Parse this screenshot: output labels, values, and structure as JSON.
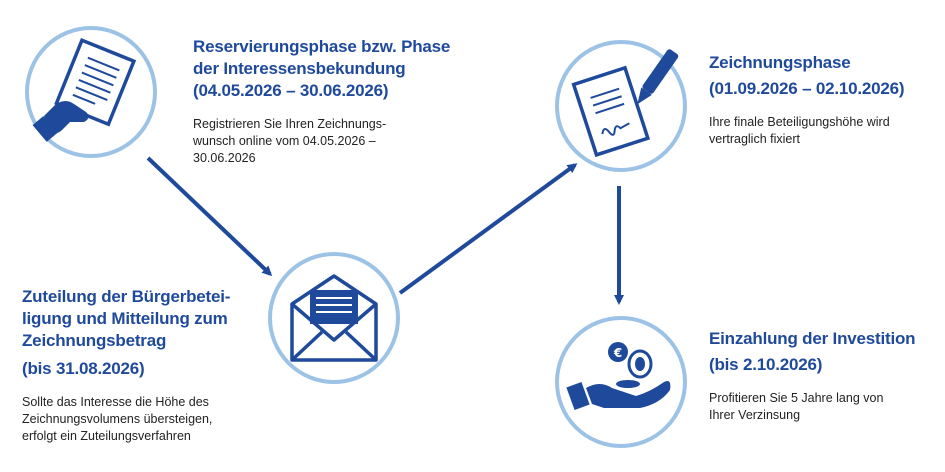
{
  "colors": {
    "primary_blue": "#1f4a9c",
    "circle_ring": "#9cc3e6",
    "text": "#222222"
  },
  "steps": [
    {
      "id": "reservation",
      "icon": "document-in-hand-icon",
      "title_lines": [
        "Reservierungsphase bzw. Phase",
        "der Interessensbekundung",
        "(04.05.2026 – 30.06.2026)"
      ],
      "desc_lines": [
        "Registrieren Sie Ihren Zeichnungs-",
        "wunsch online vom 04.05.2026 –",
        "30.06.2026"
      ]
    },
    {
      "id": "allocation",
      "icon": "open-envelope-icon",
      "title_lines": [
        "Zuteilung der Bürgerbetei-",
        "ligung und Mitteilung zum",
        "Zeichnungsbetrag",
        "(bis 31.08.2026)"
      ],
      "desc_lines": [
        "Sollte das Interesse die Höhe des",
        "Zeichnungsvolumens übersteigen,",
        "erfolgt ein Zuteilungsverfahren"
      ]
    },
    {
      "id": "subscription",
      "icon": "signed-contract-pen-icon",
      "title_lines": [
        "Zeichnungsphase",
        "(01.09.2026 – 02.10.2026)"
      ],
      "desc_lines": [
        "Ihre finale Beteiligungshöhe wird",
        "vertraglich fixiert"
      ]
    },
    {
      "id": "payment",
      "icon": "hand-with-euro-coins-icon",
      "title_lines": [
        "Einzahlung der Investition",
        "(bis 2.10.2026)"
      ],
      "desc_lines": [
        "Profitieren Sie 5 Jahre lang von",
        "Ihrer Verzinsung"
      ]
    }
  ]
}
